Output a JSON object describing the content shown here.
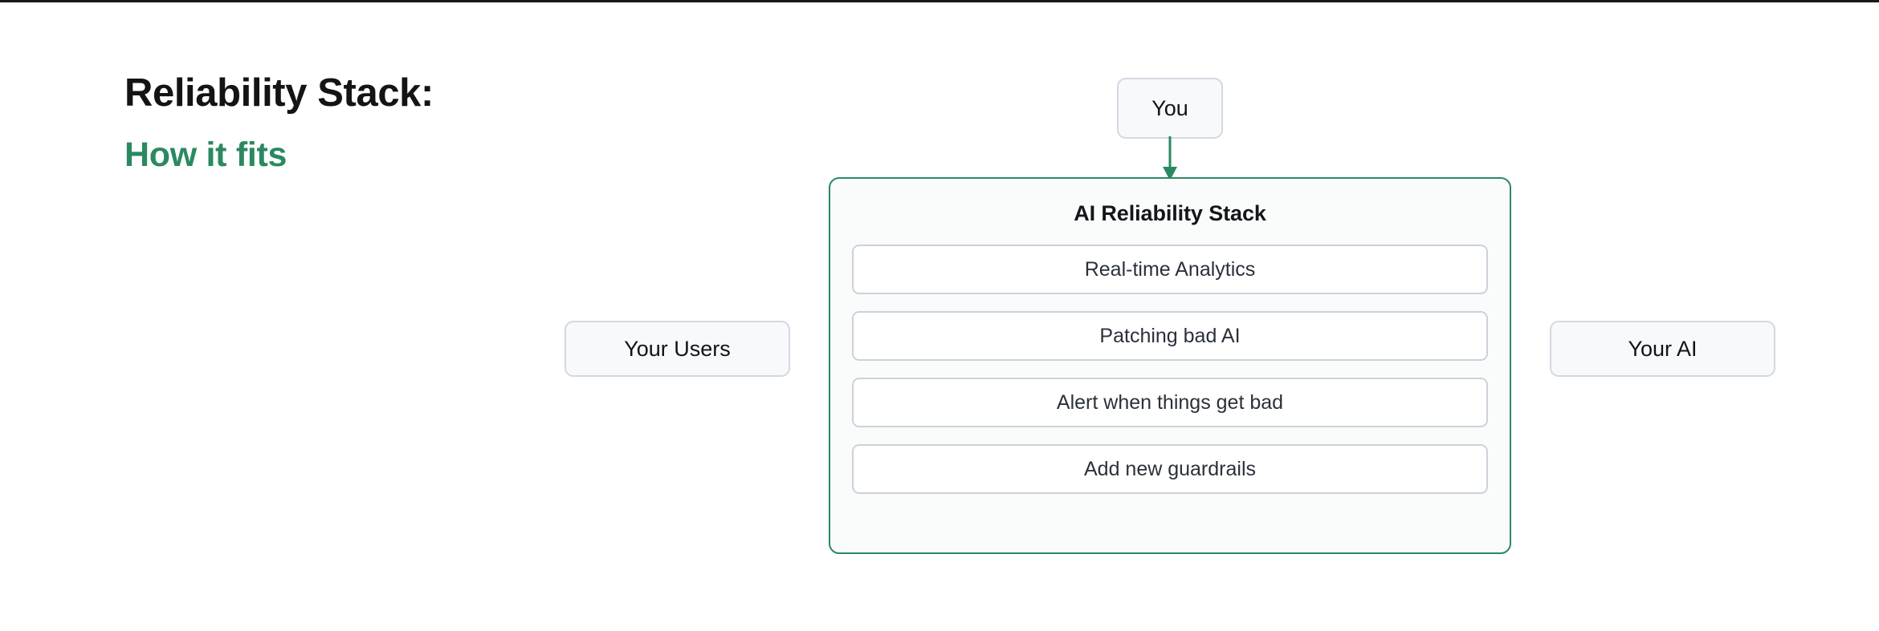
{
  "page": {
    "background_color": "#ffffff",
    "top_rule_color": "#191919"
  },
  "headings": {
    "title": "Reliability Stack:",
    "subtitle": "How it fits",
    "title_color": "#141414",
    "subtitle_color": "#2B8960"
  },
  "nodes": {
    "you": {
      "label": "You",
      "fill": "#F7F9FB",
      "border": "#D3D9E2"
    },
    "your_users": {
      "label": "Your Users",
      "fill": "#F7F9FB",
      "border": "#D3D9E2"
    },
    "your_ai": {
      "label": "Your AI",
      "fill": "#F7F9FB",
      "border": "#D3D9E2"
    }
  },
  "arrow": {
    "name": "arrow-down",
    "from": "You",
    "to": "AI Reliability Stack",
    "color": "#2B8960"
  },
  "stack": {
    "title": "AI Reliability Stack",
    "border_color": "#2B8960",
    "fill": "#FAFCFB",
    "items": [
      {
        "label": "Real-time Analytics"
      },
      {
        "label": "Patching bad AI"
      },
      {
        "label": "Alert when things get bad"
      },
      {
        "label": "Add new guardrails"
      }
    ],
    "item_border_color": "#CBD2DC",
    "item_fill": "#FFFFFF"
  }
}
